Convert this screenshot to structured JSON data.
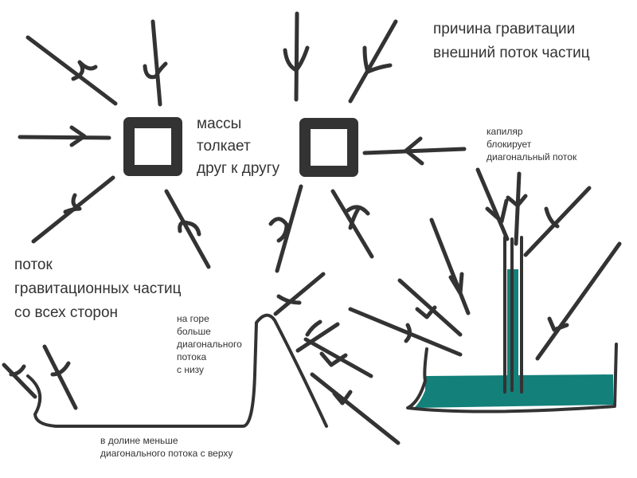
{
  "labels": {
    "title": [
      "причина гравитации",
      "внешний поток частиц"
    ],
    "masses": [
      "массы",
      "толкает",
      "друг к другу"
    ],
    "capillary": [
      "капиляр",
      "блокирует",
      "диагональный поток"
    ],
    "flow": [
      "поток",
      "гравитационных частиц",
      "со всех сторон"
    ],
    "mountain": [
      "на горе",
      "больше",
      "диагонального",
      "потока",
      "с низу"
    ],
    "valley": [
      "в долине меньше",
      "диагонального потока с верху"
    ]
  },
  "colors": {
    "ink": "#333333",
    "water": "#13807a",
    "background": "#ffffff"
  }
}
